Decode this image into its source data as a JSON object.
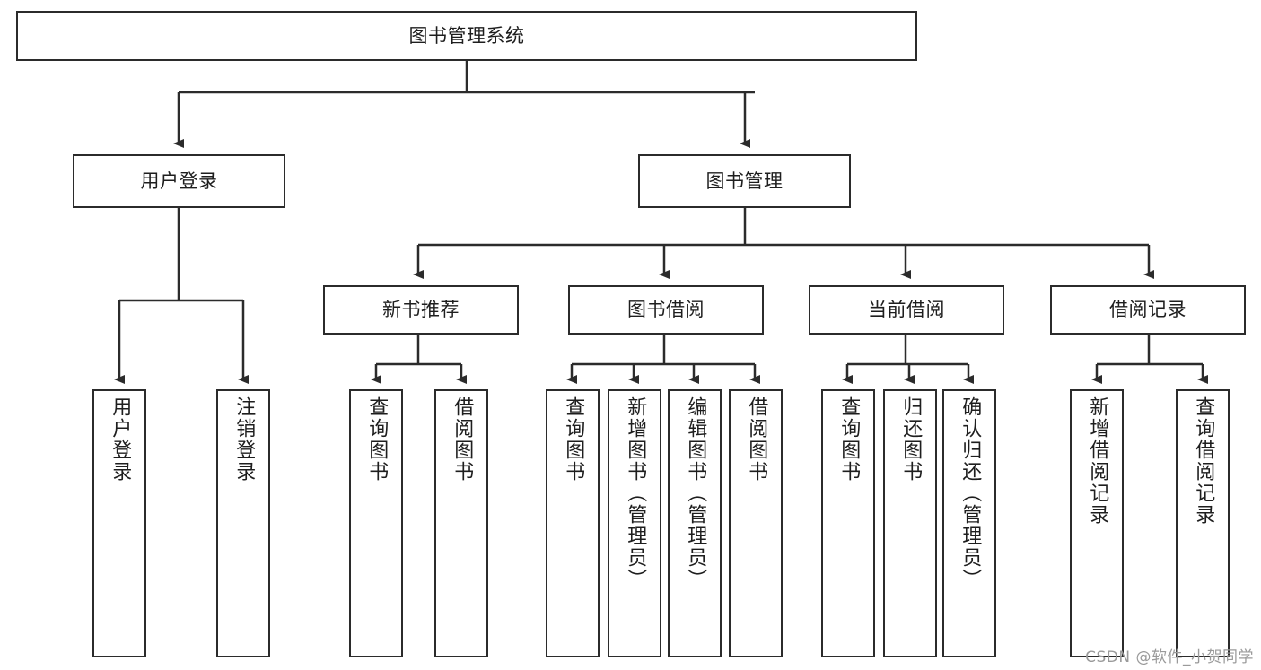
{
  "diagram": {
    "title": "图书管理系统",
    "watermark": "CSDN @软件_小贺同学",
    "root": {
      "label": "图书管理系统"
    },
    "level1": [
      {
        "label": "用户登录"
      },
      {
        "label": "图书管理"
      }
    ],
    "level2": [
      {
        "label": "新书推荐"
      },
      {
        "label": "图书借阅"
      },
      {
        "label": "当前借阅"
      },
      {
        "label": "借阅记录"
      }
    ],
    "leaves_user_login": [
      {
        "label": "用户登录"
      },
      {
        "label": "注销登录"
      }
    ],
    "leaves_new_book": [
      {
        "label": "查询图书"
      },
      {
        "label": "借阅图书"
      }
    ],
    "leaves_borrow": [
      {
        "label": "查询图书"
      },
      {
        "label": "新增图书（管理员）"
      },
      {
        "label": "编辑图书（管理员）"
      },
      {
        "label": "借阅图书"
      }
    ],
    "leaves_current": [
      {
        "label": "查询图书"
      },
      {
        "label": "归还图书"
      },
      {
        "label": "确认归还（管理员）"
      }
    ],
    "leaves_record": [
      {
        "label": "新增借阅记录"
      },
      {
        "label": "查询借阅记录"
      }
    ],
    "colors": {
      "stroke": "#2b2b2b",
      "fill": "#ffffff",
      "text": "#1e1e1e",
      "watermark": "#9a9a9a"
    }
  }
}
